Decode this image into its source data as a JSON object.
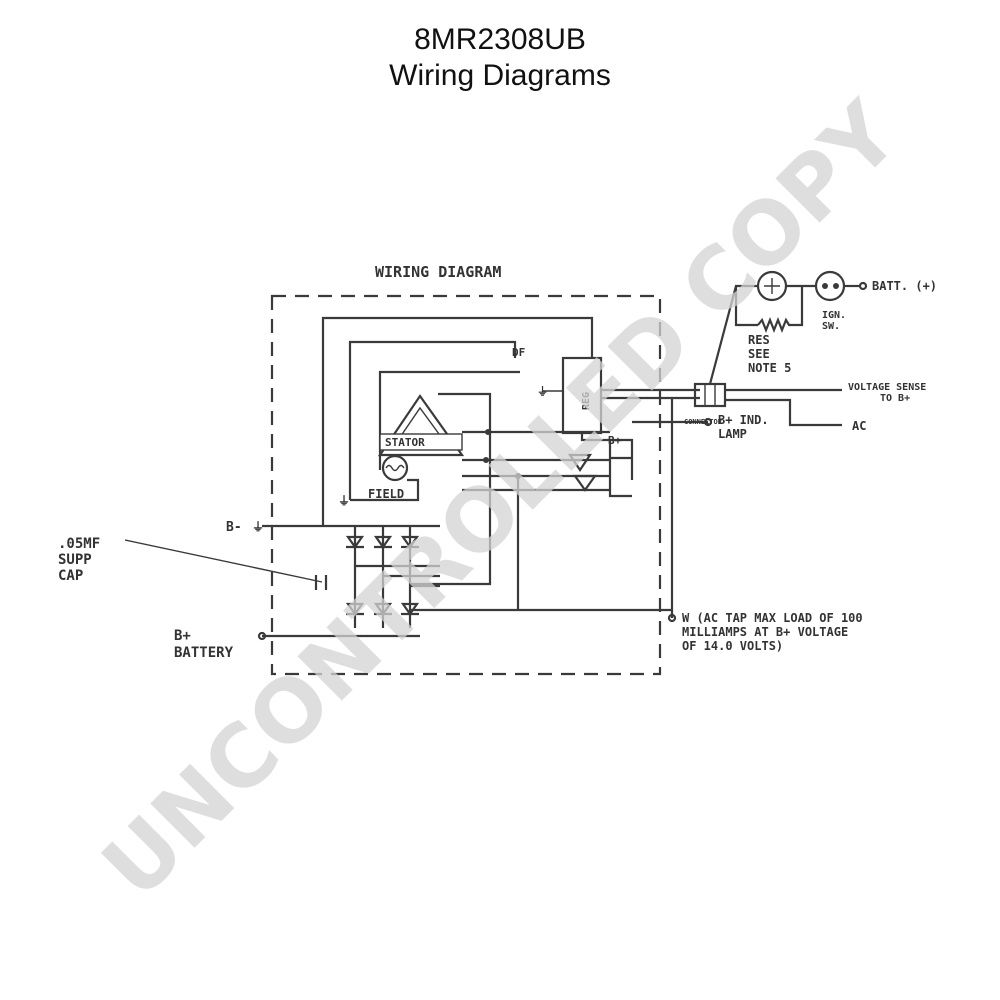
{
  "header": {
    "model": "8MR2308UB",
    "subtitle": "Wiring Diagrams"
  },
  "diagram": {
    "title": "WIRING DIAGRAM",
    "labels": {
      "df": "DF",
      "reg": "REG",
      "stator": "STATOR",
      "field": "FIELD",
      "b_plus_reg": "B+",
      "b_minus": "B-",
      "cap_line1": ".05MF",
      "cap_line2": "SUPP",
      "cap_line3": "CAP",
      "battery_line1": "B+",
      "battery_line2": "BATTERY",
      "batt_plus": "BATT. (+)",
      "ign_line1": "IGN.",
      "ign_line2": "SW.",
      "res_line1": "RES",
      "res_line2": "SEE",
      "res_line3": "NOTE 5",
      "voltage_sense_line1": "VOLTAGE SENSE",
      "voltage_sense_line2": "TO B+",
      "connector": "CONNECTOR",
      "ac": "AC",
      "ind_lamp_line1": "B+ IND.",
      "ind_lamp_line2": "LAMP",
      "w_note_line1": "W (AC TAP MAX LOAD OF 100",
      "w_note_line2": "MILLIAMPS AT B+ VOLTAGE",
      "w_note_line3": "OF 14.0 VOLTS)"
    }
  },
  "watermark": "UNCONTROLLED COPY"
}
